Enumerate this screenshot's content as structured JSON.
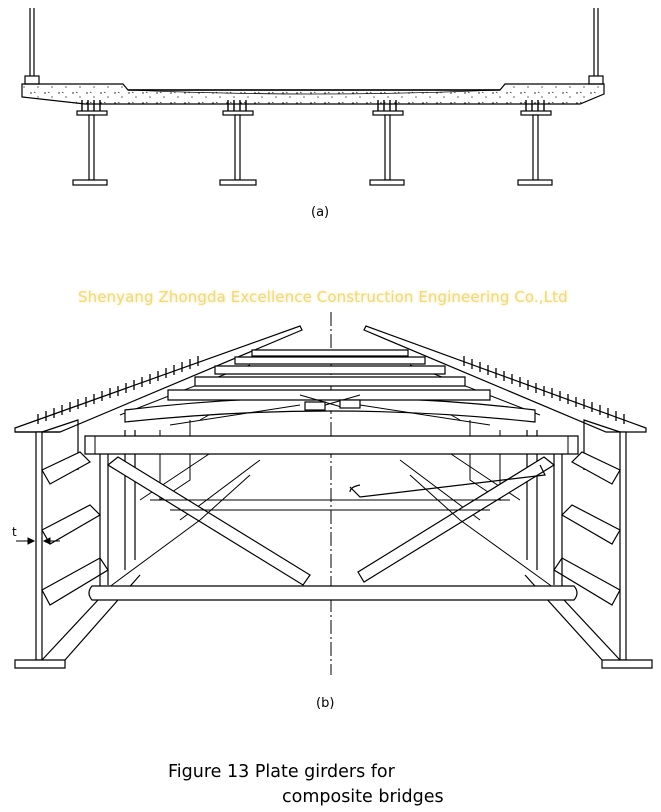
{
  "labels": {
    "sub_a": "(a)",
    "sub_b": "(b)",
    "thickness": "t"
  },
  "watermark": "Shenyang Zhongda Excellence Construction Engineering Co.,Ltd",
  "caption": {
    "line1": "Figure 13  Plate girders for",
    "line2": "composite bridges"
  }
}
